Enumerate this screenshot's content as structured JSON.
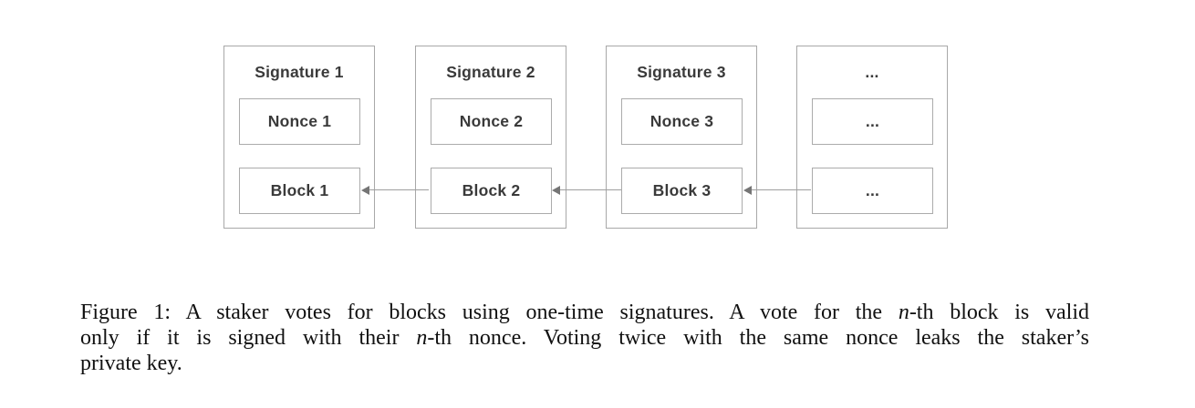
{
  "figure": {
    "columns": [
      {
        "title": "Signature 1",
        "nonce": "Nonce 1",
        "block": "Block 1"
      },
      {
        "title": "Signature 2",
        "nonce": "Nonce 2",
        "block": "Block 2"
      },
      {
        "title": "Signature 3",
        "nonce": "Nonce 3",
        "block": "Block 3"
      },
      {
        "title": "...",
        "nonce": "...",
        "block": "..."
      }
    ],
    "arrows": [
      {
        "from": "Block 2",
        "to": "Block 1",
        "direction": "left"
      },
      {
        "from": "Block 3",
        "to": "Block 2",
        "direction": "left"
      },
      {
        "from": "...",
        "to": "Block 3",
        "direction": "left"
      }
    ],
    "colors": {
      "box_border": "#a8a8a8",
      "inner_box_border": "#ababab",
      "arrow_line": "#9e9e9e",
      "arrow_head": "#757575",
      "box_text": "#3a3a3a",
      "caption_text": "#111111",
      "background": "#ffffff"
    }
  },
  "caption": {
    "label": "Figure 1:",
    "lines": [
      [
        "Figure 1: A staker votes for blocks using one-time signatures. A vote for the ",
        "n",
        "-th block is valid"
      ],
      [
        "only if it is signed with their ",
        "n",
        "-th nonce. Voting twice with the same nonce leaks the staker’s"
      ],
      [
        "private key."
      ]
    ],
    "full_text": "Figure 1: A staker votes for blocks using one-time signatures. A vote for the n-th block is valid only if it is signed with their n-th nonce. Voting twice with the same nonce leaks the staker’s private key."
  }
}
